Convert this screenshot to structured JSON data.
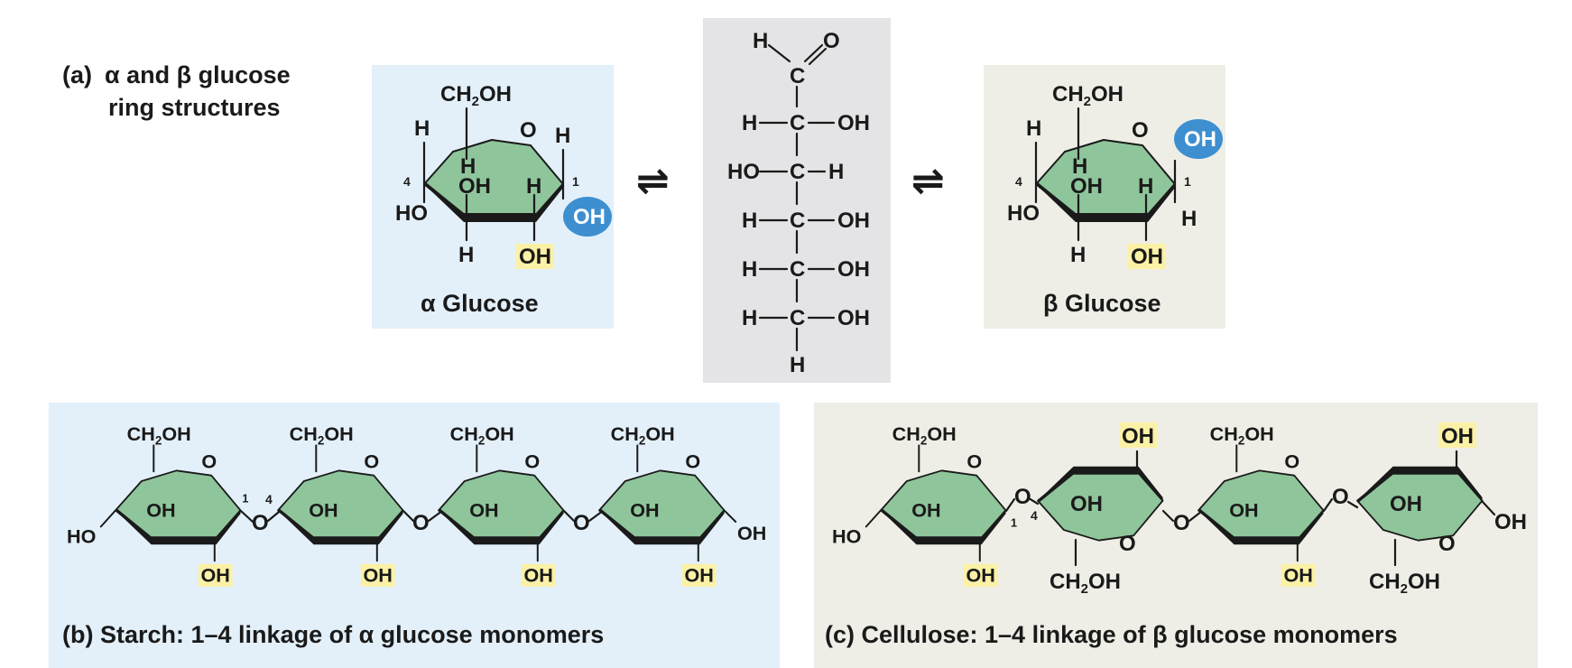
{
  "panel_a": {
    "letter": "(a)",
    "title_line1": "α and β glucose",
    "title_line2": "ring structures",
    "alpha_name": "α Glucose",
    "beta_name": "β Glucose",
    "equilibrium_symbol": "⇌"
  },
  "ring_labels": {
    "ch2oh": "CH2OH",
    "o": "O",
    "h": "H",
    "oh": "OH",
    "ho": "HO",
    "c1": "1",
    "c4": "4"
  },
  "open_chain": {
    "aldehyde_h": "H",
    "aldehyde_o": "O",
    "carbon": "C",
    "rows": [
      {
        "left": "H",
        "right": "OH"
      },
      {
        "left": "HO",
        "right": "H"
      },
      {
        "left": "H",
        "right": "OH"
      },
      {
        "left": "H",
        "right": "OH"
      },
      {
        "left": "H",
        "right": "OH"
      }
    ],
    "bottom": "H"
  },
  "panel_b": {
    "caption": "(b) Starch: 1–4 linkage of α glucose monomers"
  },
  "panel_c": {
    "caption": "(c) Cellulose: 1–4 linkage of β glucose monomers"
  },
  "colors": {
    "alpha_panel_bg": "#e3f0fa",
    "beta_panel_bg": "#efeee6",
    "open_chain_bg": "#e4e4e6",
    "ring_fill": "#8fc59b",
    "anomeric_oh": "#3d8fd0",
    "highlight": "#fbf1a6"
  }
}
